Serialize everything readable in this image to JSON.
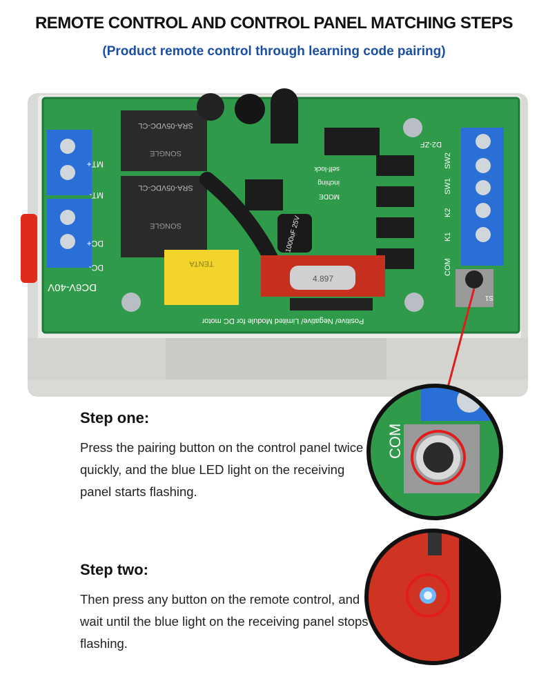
{
  "header": {
    "title": "REMOTE CONTROL AND CONTROL PANEL MATCHING STEPS",
    "subtitle": "(Product remote control through learning code pairing)"
  },
  "board": {
    "relay_label_1": "SRA-05VDC-CL",
    "relay_label_2": "SRA-05VDC-CL",
    "relay_brand": "SONGLE",
    "capacitor_label": "1000uF 25V",
    "crystal_label": "4.897",
    "yellow_cap_label": "TENTA",
    "voltage_label": "DC6V-40V",
    "terminal_left": [
      "MT+",
      "MT-",
      "DC+",
      "DC-"
    ],
    "terminal_right": [
      "D2-ZF",
      "SW2",
      "SW1",
      "K2",
      "K1",
      "COM"
    ],
    "mode_labels": [
      "self-lock",
      "inching",
      "MODE"
    ],
    "bottom_text": "Positive/ Negative/ Limited Module for DC motor",
    "button_label": "S1"
  },
  "steps": [
    {
      "heading": "Step one:",
      "text": "Press the pairing button on the control panel twice quickly, and the blue LED light on the receiving panel starts flashing."
    },
    {
      "heading": "Step two:",
      "text": "Then press any button on the remote control, and wait until the blue light on the receiving panel stops flashing."
    }
  ],
  "colors": {
    "accent_blue": "#1a4fa3",
    "highlight_red": "#e21b1b",
    "pcb_green": "#2f9a4a",
    "terminal_blue": "#2a6fd6"
  }
}
